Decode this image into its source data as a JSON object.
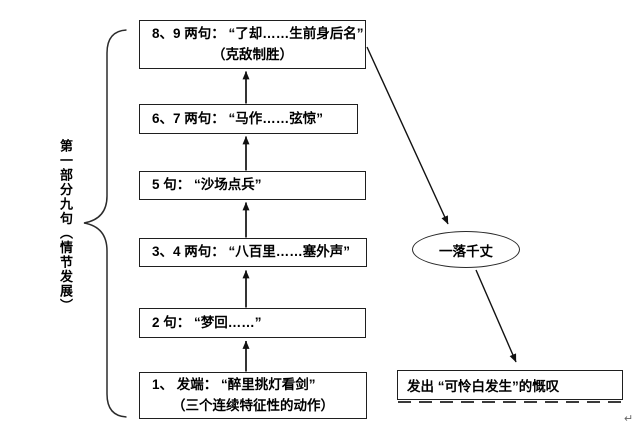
{
  "diagram": {
    "section_label": "第一部分九句（情节发展）",
    "flow_boxes": [
      {
        "line1": "1、 发端：  “醉里挑灯看剑”",
        "line2": "（三个连续特征性的动作）"
      },
      {
        "line1": "2 句：  “梦回……”"
      },
      {
        "line1": "3、4 两句： “八百里……塞外声”"
      },
      {
        "line1": "5 句：  “沙场点兵”"
      },
      {
        "line1": "6、7 两句： “马作……弦惊”"
      },
      {
        "line1": "8、9 两句： “了却……生前身后名”",
        "line2": "（克敌制胜）"
      }
    ],
    "turning_point_label": "一落千丈",
    "result_label": "发出 “可怜白发生”的慨叹",
    "paragraph_mark": "↵",
    "colors": {
      "stroke": "#1c1c1c",
      "background": "#ffffff"
    }
  }
}
